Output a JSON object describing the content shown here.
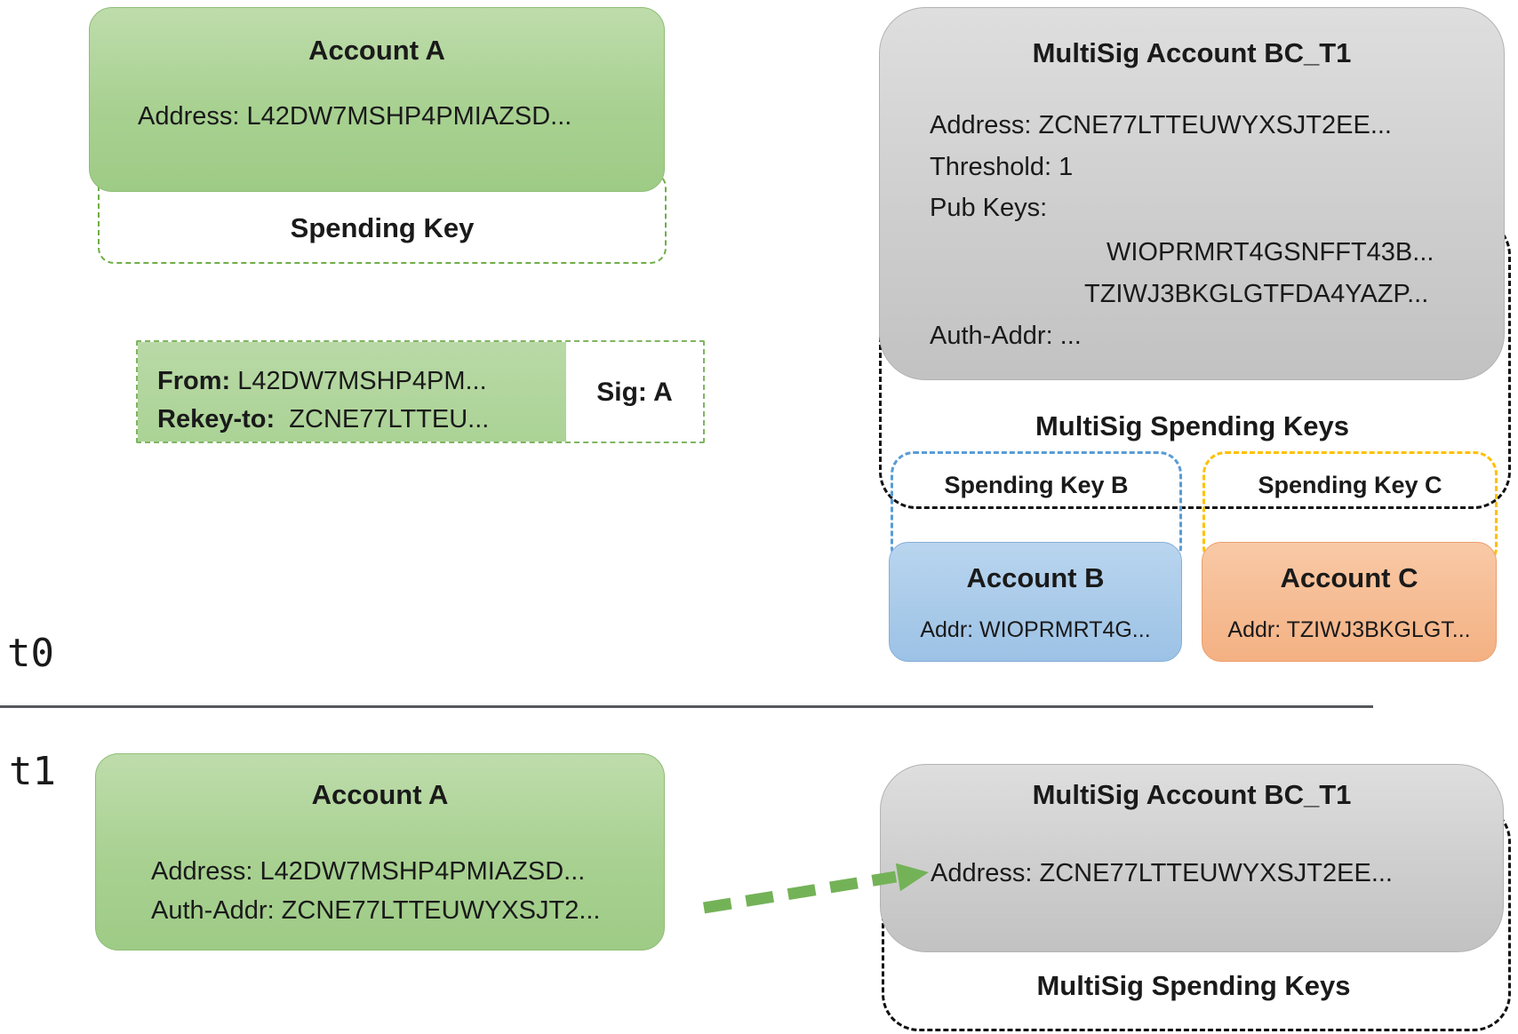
{
  "timeline": {
    "t0_label": "t0",
    "t1_label": "t1"
  },
  "t0": {
    "account_a": {
      "title": "Account A",
      "address": "Address: L42DW7MSHP4PMIAZSD...",
      "spending_key_label": "Spending Key"
    },
    "rekey_txn": {
      "from_label": "From:",
      "from_value": "L42DW7MSHP4PM...",
      "rekey_label": "Rekey-to:",
      "rekey_value": "ZCNE77LTTEU...",
      "sig": "Sig: A"
    },
    "multisig": {
      "title": "MultiSig Account BC_T1",
      "address": "Address: ZCNE77LTTEUWYXSJT2EE...",
      "threshold": "Threshold: 1",
      "pub_keys_label": "Pub Keys:",
      "pub_key_1": "WIOPRMRT4GSNFFT43B...",
      "pub_key_2": "TZIWJ3BKGLGTFDA4YAZP...",
      "auth_addr": "Auth-Addr: ...",
      "spending_keys_label": "MultiSig Spending Keys"
    },
    "spending_key_b_label": "Spending Key B",
    "spending_key_c_label": "Spending Key C",
    "account_b": {
      "title": "Account B",
      "addr": "Addr: WIOPRMRT4G..."
    },
    "account_c": {
      "title": "Account C",
      "addr": "Addr: TZIWJ3BKGLGT..."
    }
  },
  "t1": {
    "account_a": {
      "title": "Account A",
      "address": "Address: L42DW7MSHP4PMIAZSD...",
      "auth_addr": "Auth-Addr: ZCNE77LTTEUWYXSJT2..."
    },
    "multisig": {
      "title": "MultiSig Account BC_T1",
      "address": "Address: ZCNE77LTTEUWYXSJT2EE...",
      "spending_keys_label": "MultiSig Spending Keys"
    }
  },
  "colors": {
    "account_green": "#a8d191",
    "green_dash": "#70ad47",
    "multisig_gray": "#cecece",
    "black_dash": "#111111",
    "blue_dash": "#5b9bd5",
    "yellow_dash": "#ffc000",
    "account_blue": "#9cc2e5",
    "account_orange": "#f4b183",
    "arrow_green": "#74b258",
    "divider_gray": "#55585c"
  }
}
